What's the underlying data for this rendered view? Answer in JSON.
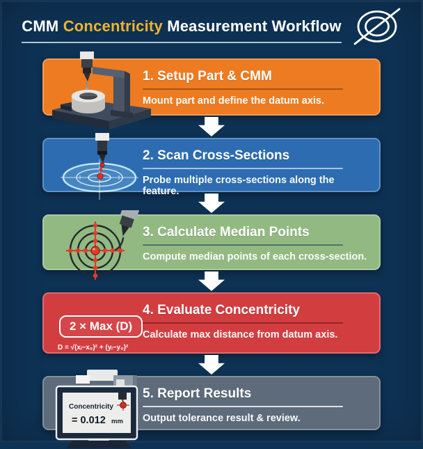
{
  "header": {
    "title_part1": "CMM",
    "title_accent": "Concentricity",
    "title_part2": "Measurement Workflow",
    "accent_color": "#f0b32f",
    "icon": "concentricity-symbol"
  },
  "colors": {
    "background": "#0e3254",
    "arrow": "#ffffff",
    "step1": "#ed7b21",
    "step2": "#2d6cb1",
    "step3": "#92b981",
    "step4": "#d23d40",
    "step5": "#5d6b7a"
  },
  "steps": [
    {
      "title": "1. Setup Part & CMM",
      "description": "Mount part and define the datum axis.",
      "color": "#ed7b21",
      "icon": "cmm-machine"
    },
    {
      "title": "2. Scan Cross-Sections",
      "description": "Probe multiple cross-sections along the feature.",
      "color": "#2d6cb1",
      "icon": "probe-scan-target"
    },
    {
      "title": "3. Calculate Median Points",
      "description": "Compute median points of each cross-section.",
      "color": "#92b981",
      "icon": "median-points-circles"
    },
    {
      "title": "4. Evaluate Concentricity",
      "description": "Calculate max distance from datum axis.",
      "color": "#d23d40",
      "icon": "formula",
      "formula_box": "2 × Max (D)",
      "formula": "D = √(xᵢ−x₀)² + (yᵢ−y₀)²"
    },
    {
      "title": "5. Report Results",
      "description": "Output tolerance result & review.",
      "color": "#5d6b7a",
      "icon": "report-monitor",
      "screen": {
        "label": "Concentricity",
        "value": "= 0.012",
        "unit": "mm"
      }
    }
  ]
}
